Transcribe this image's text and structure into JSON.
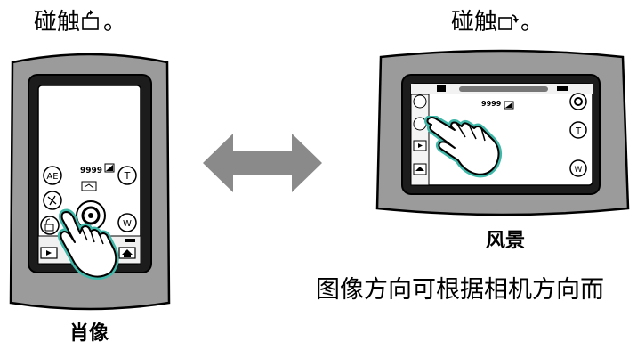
{
  "portrait": {
    "instruction": "碰触",
    "instruction_end": "。",
    "label": "肖像",
    "shots_remaining": "9999",
    "buttons": {
      "ae": "AE",
      "tele": "T",
      "wide": "W"
    }
  },
  "landscape": {
    "instruction": "碰触",
    "instruction_end": "。",
    "label": "风景",
    "shots_remaining": "9999",
    "buttons": {
      "tele": "T",
      "wide": "W"
    }
  },
  "footer_text": "图像方向可根据相机方向而",
  "colors": {
    "device_body": "#9b9b9b",
    "arrow": "#8a8a8a",
    "hand_highlight": "#3fb8a9",
    "screen_bg": "#ffffff"
  }
}
